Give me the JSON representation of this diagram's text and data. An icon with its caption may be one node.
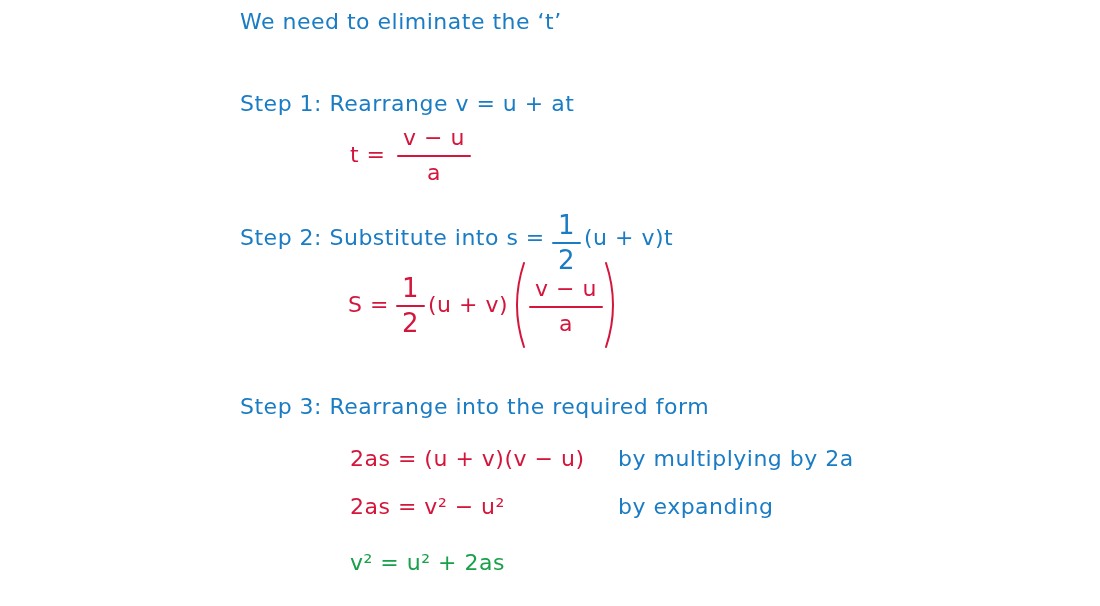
{
  "diagram": {
    "labels": [
      "We need to eliminate the ‘t’",
      "Step 1: Rearrange v = u + at",
      "t =",
      "v − u",
      "a",
      "Step 2: Substitute into s =",
      "1",
      "2",
      "(u + v)t",
      "S =",
      "1",
      "2",
      "(u + v)",
      "v − u",
      "a",
      "Step 3: Rearrange into the required form",
      "2as = (u + v)(v − u)",
      "by multiplying by 2a",
      "2as = v² − u²",
      "by expanding",
      "v² = u² + 2as"
    ]
  }
}
